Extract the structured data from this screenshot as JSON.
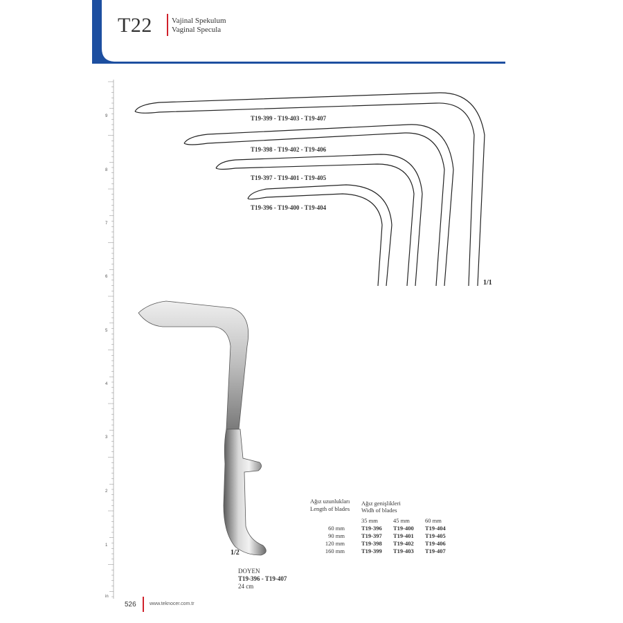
{
  "header": {
    "code": "T22",
    "title_tr": "Vajinal Spekulum",
    "title_en": "Vaginal Specula"
  },
  "ruler": {
    "numbers": [
      "9",
      "8",
      "7",
      "6",
      "5",
      "4",
      "3",
      "2",
      "1"
    ],
    "unit": "in"
  },
  "drawing": {
    "models": [
      "T19-399 - T19-403 - T19-407",
      "T19-398 - T19-402 - T19-406",
      "T19-397 - T19-401 - T19-405",
      "T19-396 - T19-400 - T19-404"
    ],
    "scale": "1/1"
  },
  "photo": {
    "scale": "1/2",
    "name": "DOYEN",
    "codes": "T19-396 - T19-407",
    "length": "24 cm"
  },
  "table": {
    "length_header_tr": "Ağız uzunlukları",
    "length_header_en": "Length of blades",
    "width_header_tr": "Ağız genişlikleri",
    "width_header_en": "Widh of blades",
    "widths": [
      "35 mm",
      "45 mm",
      "60 mm"
    ],
    "rows": [
      {
        "length": "60 mm",
        "codes": [
          "T19-396",
          "T19-400",
          "T19-404"
        ]
      },
      {
        "length": "90 mm",
        "codes": [
          "T19-397",
          "T19-401",
          "T19-405"
        ]
      },
      {
        "length": "120 mm",
        "codes": [
          "T19-398",
          "T19-402",
          "T19-406"
        ]
      },
      {
        "length": "160 mm",
        "codes": [
          "T19-399",
          "T19-403",
          "T19-407"
        ]
      }
    ]
  },
  "footer": {
    "page": "526",
    "url": "www.teknocer.com.tr"
  }
}
